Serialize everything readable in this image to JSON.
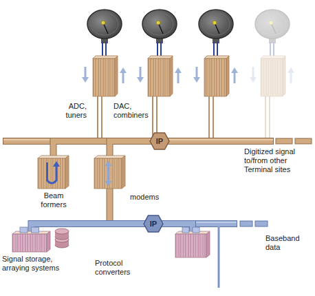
{
  "diagram": {
    "nodes": [
      {
        "text": [
          "IP"
        ]
      },
      {
        "text": [
          "Beam formers"
        ]
      },
      {
        "text": [
          "modems"
        ]
      },
      {
        "text": [
          "IP"
        ]
      },
      {
        "text": [
          "Signal storage, arraying systems"
        ]
      },
      {
        "text": [
          "Protocol converters"
        ]
      }
    ],
    "edges": [
      {
        "from": 0,
        "to": 1,
        "arrow": "none"
      },
      {
        "from": 0,
        "to": 2,
        "arrow": "none"
      },
      {
        "from": 2,
        "to": 3,
        "arrow": "none"
      },
      {
        "from": 3,
        "to": 4,
        "arrow": "none"
      },
      {
        "from": 3,
        "to": 5,
        "arrow": "none"
      }
    ],
    "labels": [
      "ADC, tuners",
      "DAC, combiners",
      "Digitized signal to/from other Terminal sites",
      "Baseband data"
    ]
  }
}
